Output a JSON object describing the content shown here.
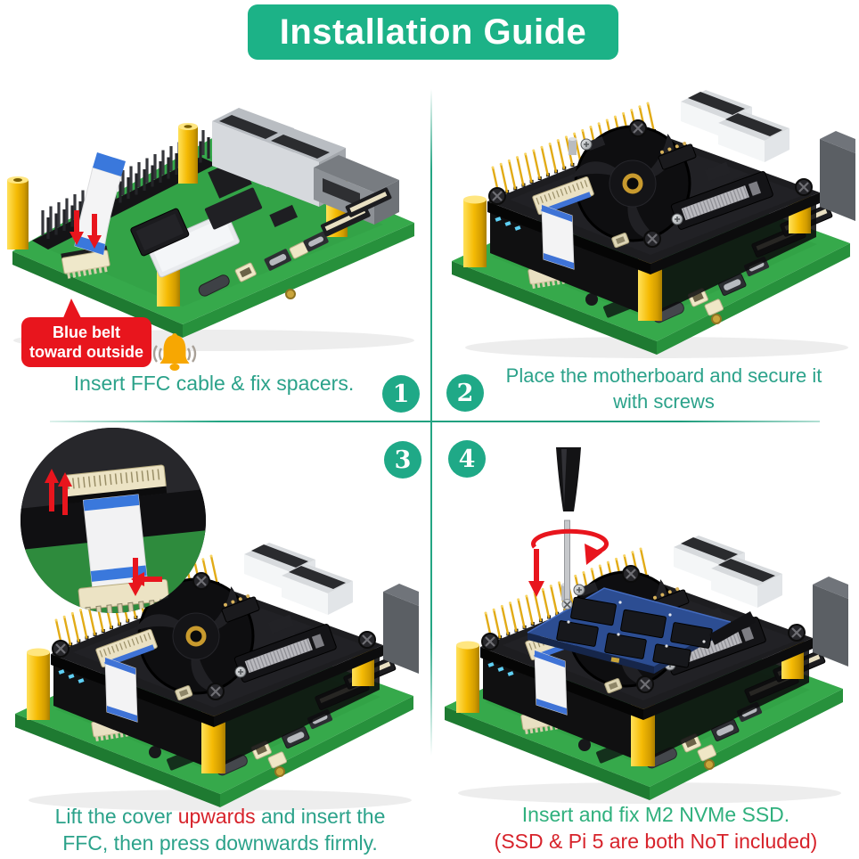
{
  "header": {
    "title": "Installation Guide"
  },
  "colors": {
    "banner_green": "#1CB287",
    "badge_green": "#1FA987",
    "caption_teal": "#2BA28A",
    "caption_green": "#2FB07D",
    "warning_red": "#E8151D",
    "text_red": "#D7232B",
    "board_green": "#36A94B",
    "spacer_gold": "#F5BB05",
    "ssd_blue": "#2C4D92",
    "ribbon_blue": "#3A78DC",
    "bell_orange": "#F7A702"
  },
  "icons": {
    "bell": "bell-icon",
    "down_arrow": "down-arrow-icon",
    "up_arrow": "up-arrow-icon",
    "rotate_arrow": "rotate-arrow-icon",
    "screwdriver": "screwdriver-icon"
  },
  "steps": [
    {
      "number": "1",
      "caption": "Insert FFC cable & fix spacers.",
      "callout_line1": "Blue belt",
      "callout_line2": "toward outside"
    },
    {
      "number": "2",
      "caption_line1": "Place the motherboard and secure it",
      "caption_line2": "with screws"
    },
    {
      "number": "3",
      "caption_pre": "Lift the cover ",
      "caption_highlight": "upwards",
      "caption_post": " and insert the",
      "caption_line2": "FFC, then press downwards firmly."
    },
    {
      "number": "4",
      "caption_line1": "Insert and fix M2 NVMe SSD.",
      "caption_line2": "(SSD & Pi 5 are both NoT included)"
    }
  ]
}
